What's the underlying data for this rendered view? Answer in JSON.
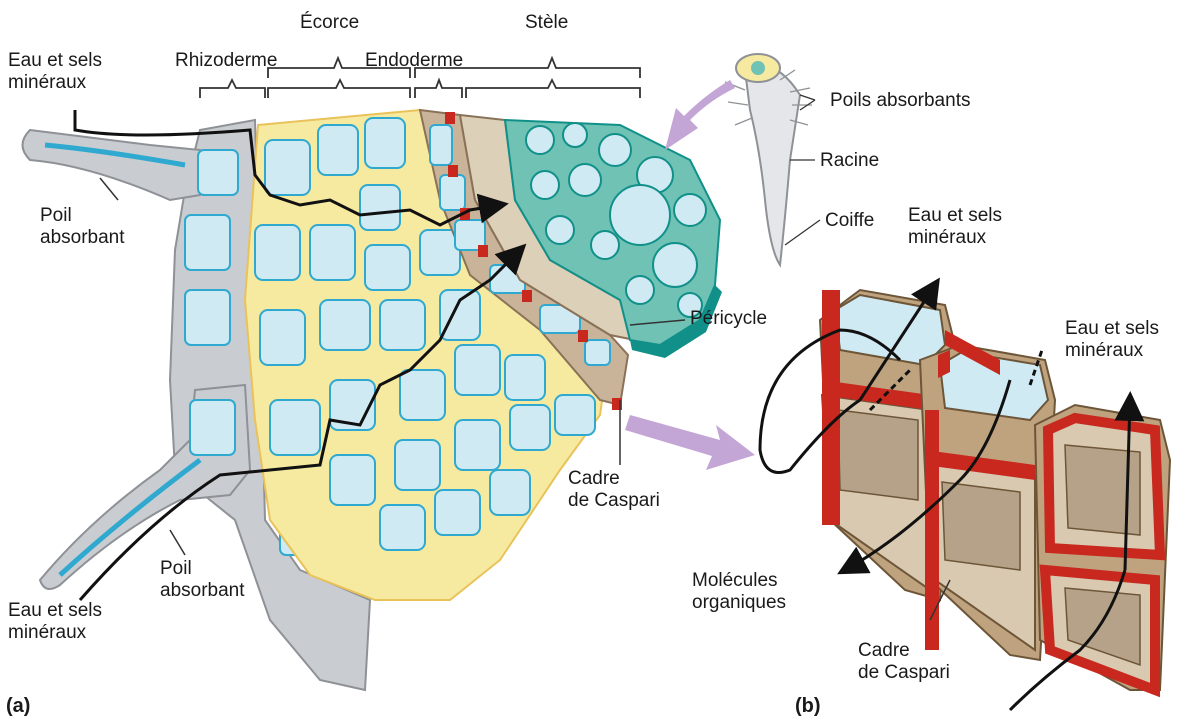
{
  "labels": {
    "ecorce": "Écorce",
    "stele": "Stèle",
    "rhizoderme": "Rhizoderme",
    "endoderme": "Endoderme",
    "eau_sels_top_left": "Eau et sels\nminéraux",
    "poil_absorbant_top": "Poil\nabsorbant",
    "poil_absorbant_bottom": "Poil\nabsorbant",
    "eau_sels_bottom_left": "Eau et sels\nminéraux",
    "poils_absorbants": "Poils absorbants",
    "racine": "Racine",
    "coiffe": "Coiffe",
    "eau_sels_mid": "Eau et sels\nminéraux",
    "pericycle": "Péricycle",
    "eau_sels_right": "Eau et sels\nminéraux",
    "cadre_caspari_a": "Cadre\nde Caspari",
    "molecules_organiques": "Molécules\norganiques",
    "cadre_caspari_b": "Cadre\nde Caspari",
    "panel_a": "(a)",
    "panel_b": "(b)"
  },
  "colors": {
    "rhizoderm": "#c9ccd0",
    "cortex": "#f6e9a0",
    "cortex_wall": "#f3d774",
    "endoderm": "#c9b49a",
    "stele": "#6fc2b4",
    "stele_dark": "#11908a",
    "cytoplasm": "#cfeaf3",
    "cell_edge": "#2fa9cf",
    "casparian": "#c8281e",
    "arrow_purple": "#c3a6d6"
  }
}
